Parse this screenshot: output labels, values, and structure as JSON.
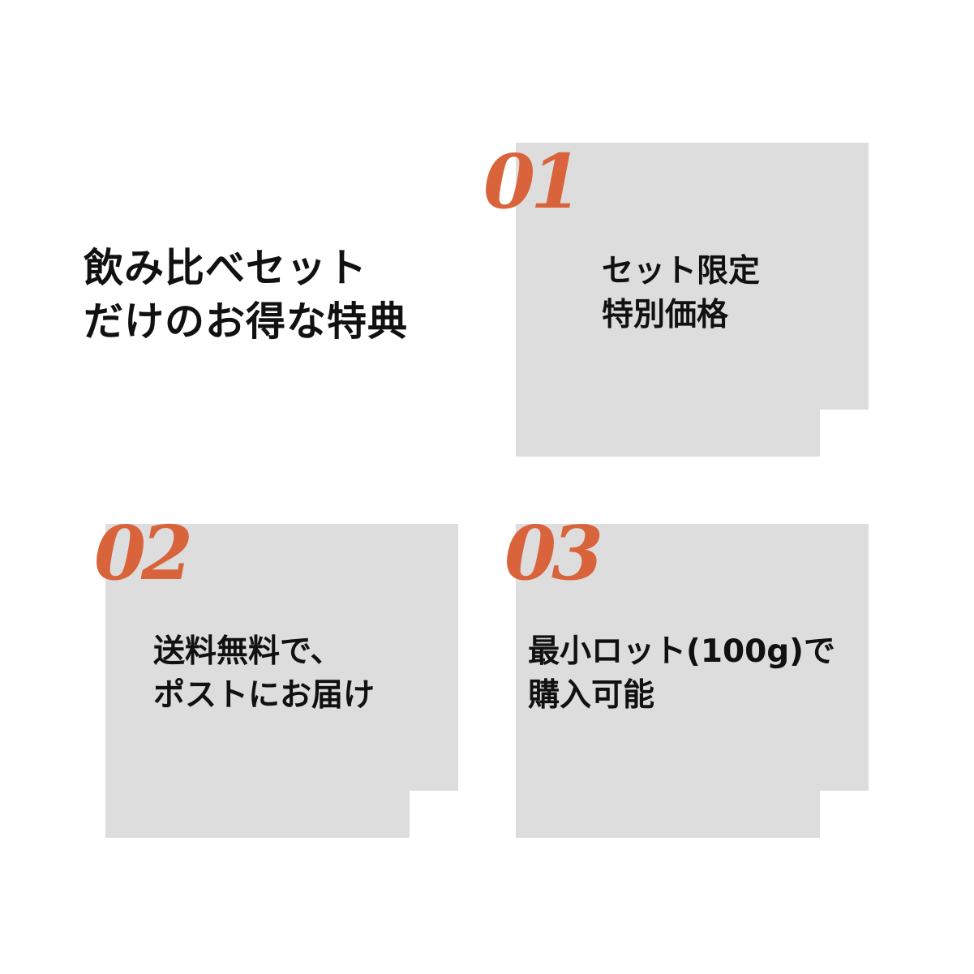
{
  "headline": {
    "line1": "飲み比べセット",
    "line2": "だけのお得な特典"
  },
  "cards": [
    {
      "number": "01",
      "line1": "セット限定",
      "line2": "特別価格"
    },
    {
      "number": "02",
      "line1": "送料無料で、",
      "line2": "ポストにお届け"
    },
    {
      "number": "03",
      "line1": "最小ロット(100g)で",
      "line2": "購入可能"
    }
  ],
  "colors": {
    "card_background": "#dddddd",
    "accent": "#d9643c",
    "text": "#111111"
  }
}
